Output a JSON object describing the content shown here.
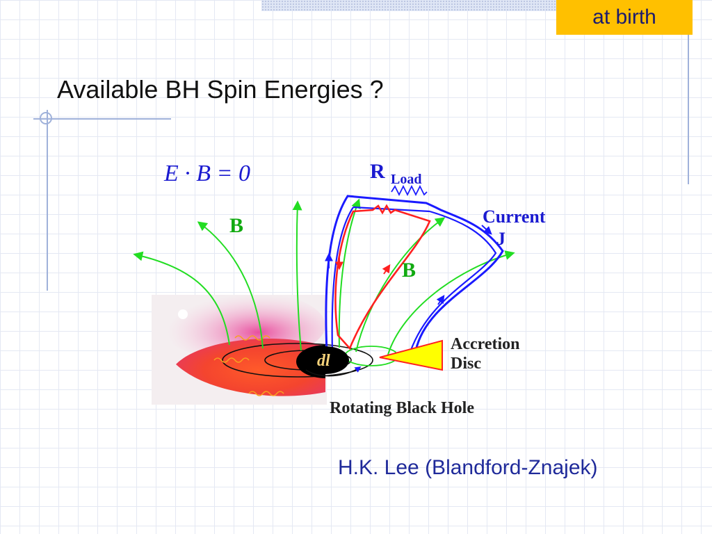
{
  "badge": {
    "label": "at birth"
  },
  "slide": {
    "title": "Available BH Spin Energies ?",
    "credit": "H.K. Lee (Blandford-Znajek)"
  },
  "diagram": {
    "equation": "E · B = 0",
    "field_label": "B",
    "field_label_loop": "B",
    "load_label": "R",
    "load_subscript": "Load",
    "current_label": "Current",
    "current_symbol": "J",
    "disc_label_1": "Accretion",
    "disc_label_2": "Disc",
    "hole_label": "dl",
    "caption": "Rotating Black Hole"
  },
  "colors": {
    "badge": "#ffc000",
    "field_lines": "#22dd22",
    "circuit": "#1a1aff",
    "inner_loop": "#ff2020",
    "disc": "#ffff00"
  }
}
